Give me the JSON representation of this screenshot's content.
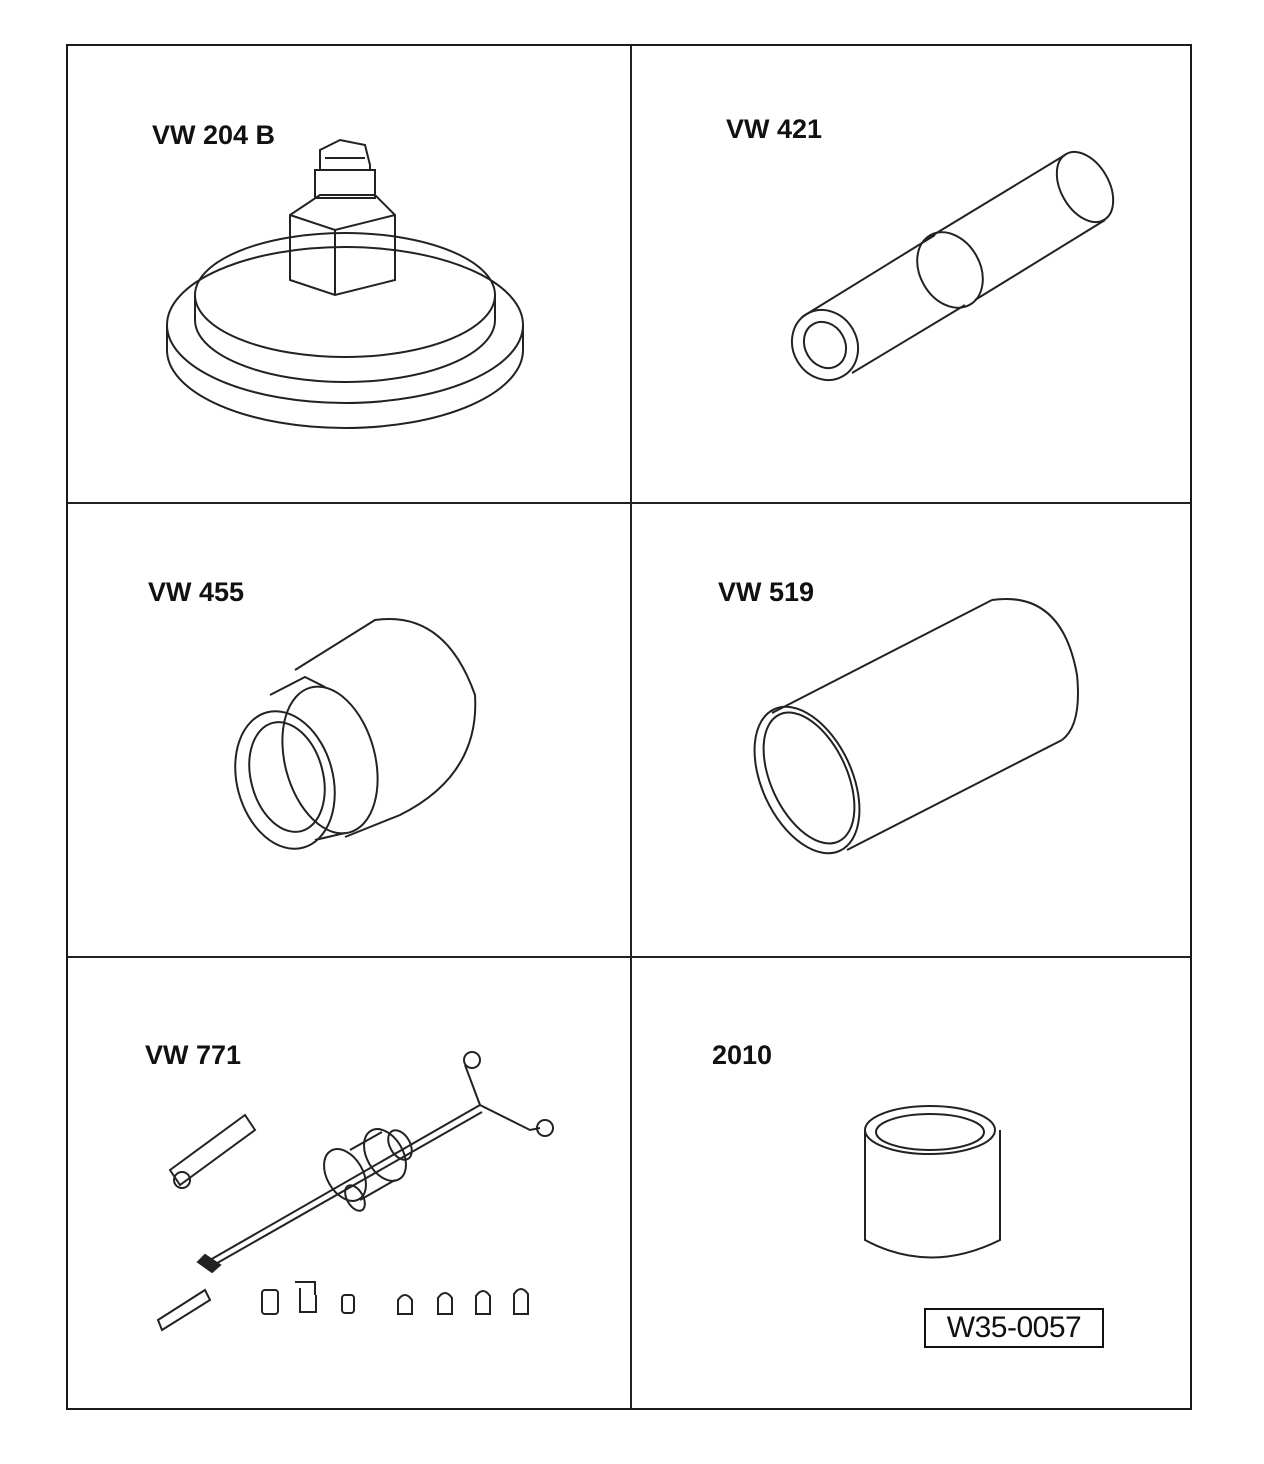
{
  "tools": [
    {
      "id": "VW 204 B",
      "icon": "drift-with-hex-nut-icon"
    },
    {
      "id": "VW 421",
      "icon": "stepped-tube-icon"
    },
    {
      "id": "VW 455",
      "icon": "stepped-sleeve-icon"
    },
    {
      "id": "VW 519",
      "icon": "tube-sleeve-icon"
    },
    {
      "id": "VW 771",
      "icon": "slide-hammer-set-icon"
    },
    {
      "id": "2010",
      "icon": "short-sleeve-icon"
    }
  ],
  "reference": "W35-0057"
}
